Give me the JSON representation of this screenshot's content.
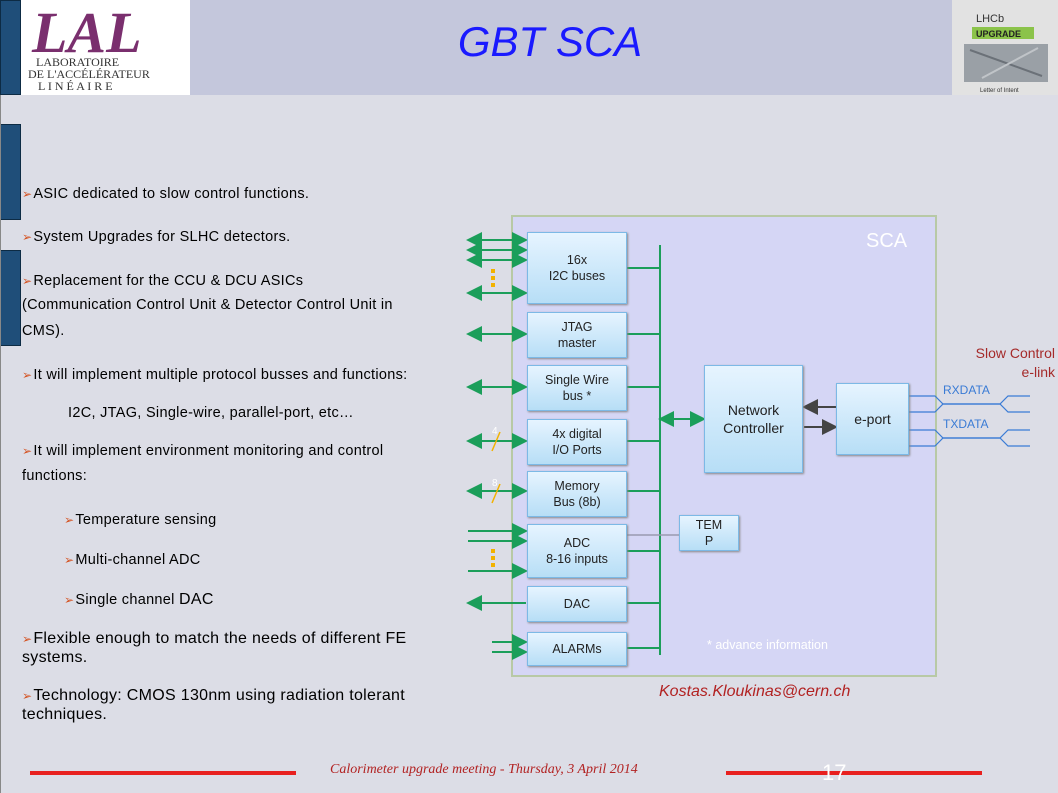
{
  "title": "GBT SCA",
  "logos": {
    "left_main": "LAL",
    "left_sub": [
      "LABORATOIRE",
      "DE L'ACCÉLÉRATEUR",
      "L I N É A I R E"
    ],
    "right_top": "LHCb",
    "right_mid": "UPGRADE",
    "right_bottom": "Letter of Intent"
  },
  "bullets": [
    "ASIC dedicated to slow control functions.",
    "System Upgrades for SLHC detectors.",
    "Replacement  for the CCU & DCU ASICs",
    "(Communication  Control Unit & Detector Control Unit in",
    "CMS).",
    "It will implement  multiple protocol busses and functions:",
    "I2C, JTAG, Single-wire, parallel-port,  etc…",
    "It will implement  environment  monitoring and control",
    "functions:",
    "Temperature  sensing",
    "Multi-channel  ADC",
    "Single channel",
    "DAC",
    "Flexible enough to match the needs of different FE",
    "systems.",
    "Technology: CMOS 130nm using radiation tolerant",
    "techniques."
  ],
  "diagram": {
    "panel_label": "SCA",
    "blocks": {
      "i2c": [
        "16x",
        "I2C buses"
      ],
      "jtag": [
        "JTAG",
        "master"
      ],
      "single_wire": [
        "Single Wire",
        "bus *"
      ],
      "digital_io": [
        "4x digital",
        "I/O Ports"
      ],
      "memory": [
        "Memory",
        "Bus (8b)"
      ],
      "adc": [
        "ADC",
        "8-16 inputs"
      ],
      "dac": "DAC",
      "alarms": "ALARMs",
      "temp": [
        "TEM",
        "P"
      ],
      "network": [
        "Network",
        "Controller"
      ],
      "eport": "e-port"
    },
    "bus_width_io": "4",
    "bus_width_mem": "8",
    "note": "* advance information",
    "slow_control": [
      "Slow Control",
      "e-link"
    ],
    "rxdata": "RXDATA",
    "txdata": "TXDATA"
  },
  "email": "Kostas.Kloukinas@cern.ch",
  "footer": "Calorimeter upgrade meeting - Thursday, 3 April 2014",
  "page_number": "17",
  "colors": {
    "accent": "#1a1aff",
    "footer_line": "#e8201f",
    "bullet_marker": "#d4501f"
  }
}
